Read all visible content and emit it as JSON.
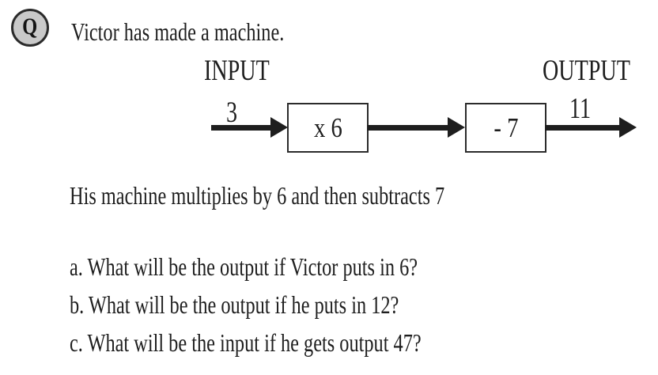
{
  "colors": {
    "ink": "#1e1e1e",
    "badge_fill": "#c9c9c9",
    "background": "#ffffff",
    "box_border": "#2b2b2b"
  },
  "question": {
    "badge_label": "Q",
    "title": "Victor has made a machine.",
    "description": "His machine multiplies by 6 and then subtracts 7",
    "parts": [
      "a. What will be the output if Victor puts in 6?",
      "b. What will be the output if he puts in 12?",
      "c. What will be the input if he gets output 47?"
    ]
  },
  "diagram": {
    "input_label": "INPUT",
    "output_label": "OUTPUT",
    "input_value": "3",
    "output_value": "11",
    "operations": [
      "x 6",
      "- 7"
    ]
  }
}
